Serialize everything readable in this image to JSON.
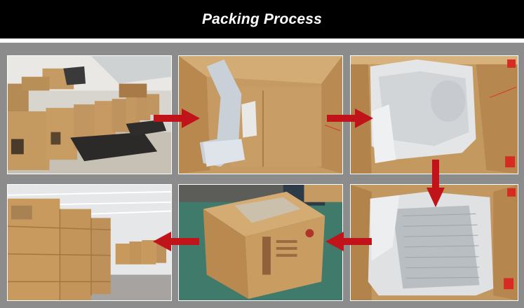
{
  "header": {
    "title": "Packing Process"
  },
  "colors": {
    "header_bg": "#000000",
    "title_text": "#ffffff",
    "arrow": "#c0141a",
    "frame_bg": "#8c8c8c"
  },
  "photos": [
    {
      "step": 1,
      "subject": "warehouse-boxes-and-mats"
    },
    {
      "step": 2,
      "subject": "open-box-with-bag"
    },
    {
      "step": 3,
      "subject": "box-with-wrapped-product"
    },
    {
      "step": 4,
      "subject": "box-with-wrapped-product-close"
    },
    {
      "step": 5,
      "subject": "sealed-shipping-box"
    },
    {
      "step": 6,
      "subject": "stacked-boxes-warehouse"
    }
  ],
  "arrows": [
    {
      "from": 1,
      "to": 2,
      "direction": "right"
    },
    {
      "from": 2,
      "to": 3,
      "direction": "right"
    },
    {
      "from": 3,
      "to": 4,
      "direction": "down"
    },
    {
      "from": 4,
      "to": 5,
      "direction": "left"
    },
    {
      "from": 5,
      "to": 6,
      "direction": "left"
    }
  ]
}
